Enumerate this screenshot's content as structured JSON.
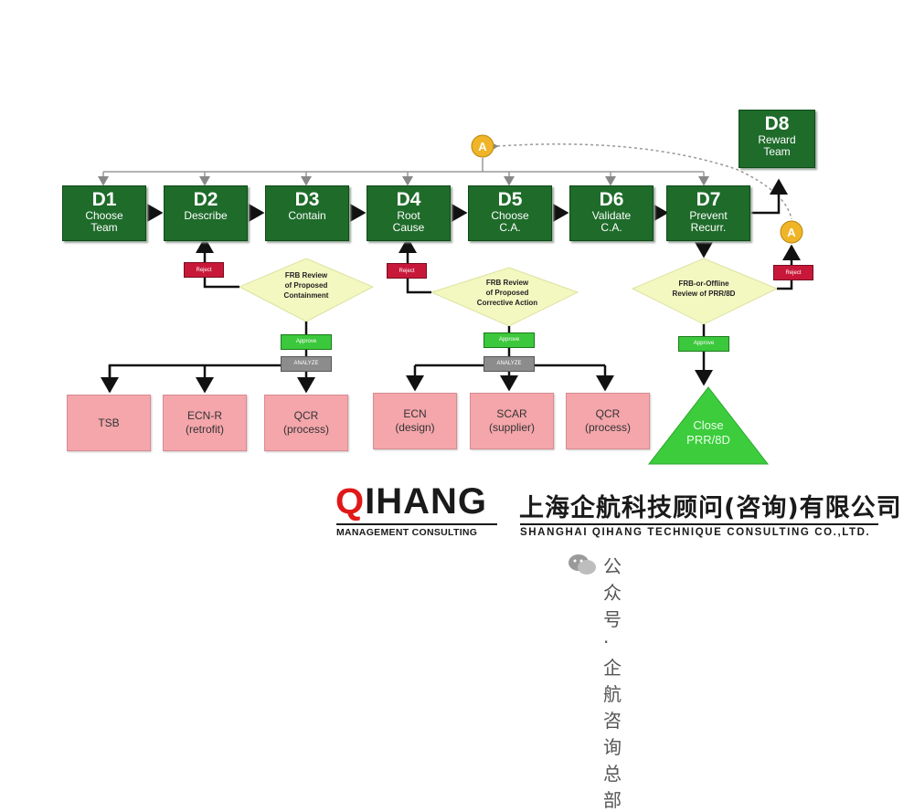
{
  "steps": [
    {
      "code": "D1",
      "label": "Choose\nTeam"
    },
    {
      "code": "D2",
      "label": "Describe"
    },
    {
      "code": "D3",
      "label": "Contain"
    },
    {
      "code": "D4",
      "label": "Root\nCause"
    },
    {
      "code": "D5",
      "label": "Choose\nC.A."
    },
    {
      "code": "D6",
      "label": "Validate\nC.A."
    },
    {
      "code": "D7",
      "label": "Prevent\nRecurr."
    },
    {
      "code": "D8",
      "label": "Reward\nTeam"
    }
  ],
  "reviews": [
    "FRB Review\nof Proposed\nContainment",
    "FRB Review\nof Proposed\nCorrective Action",
    "FRB-or-Offline\nReview of PRR/8D"
  ],
  "reject_label": "Reject",
  "approve_label": "Approve",
  "analysis_label": "ANALYZE",
  "audit_marker": "A",
  "outputs_containment": [
    {
      "label": "TSB"
    },
    {
      "label": "ECN-R\n(retrofit)"
    },
    {
      "label": "QCR\n(process)"
    }
  ],
  "outputs_corrective": [
    {
      "label": "ECN\n(design)"
    },
    {
      "label": "SCAR\n(supplier)"
    },
    {
      "label": "QCR\n(process)"
    }
  ],
  "close_label": "Close\nPRR/8D",
  "footer": {
    "logo": "QIHANG",
    "logo_sub": "MANAGEMENT CONSULTING",
    "cn_company": "上海企航科技顾问(咨询)有限公司",
    "en_company": "SHANGHAI QIHANG TECHNIQUE CONSULTING CO.,LTD.",
    "wechat": "公众号 · 企航咨询总部"
  },
  "colors": {
    "step_green": "#1e6b2a",
    "reject_red": "#c8183a",
    "approve_green": "#3cc83c",
    "review_yellow": "#f3f7c0",
    "output_pink": "#f4a6ab",
    "close_green": "#3ccc3c",
    "logo_red": "#e01818",
    "audit_orange": "#f0b428"
  }
}
